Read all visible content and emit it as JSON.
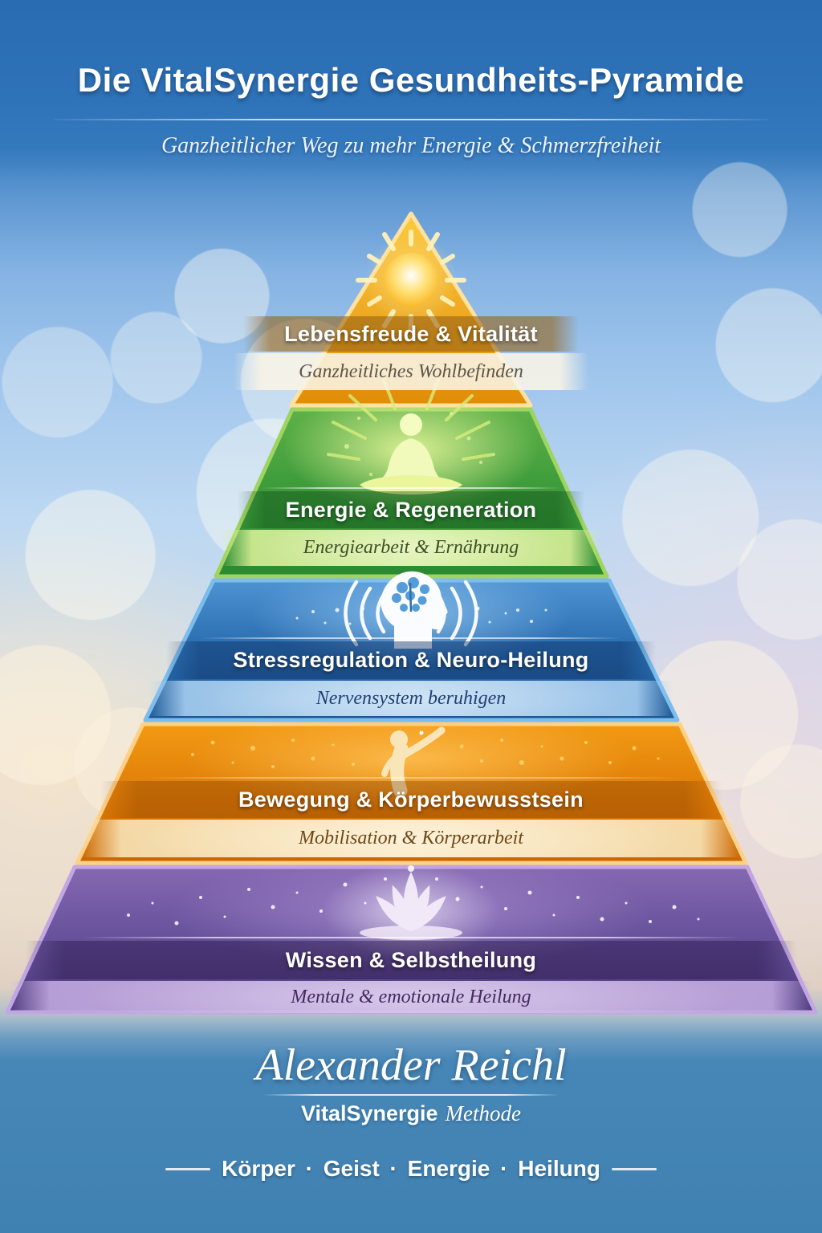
{
  "header": {
    "title": "Die VitalSynergie Gesundheits-Pyramide",
    "subtitle": "Ganzheitlicher Weg zu mehr Energie & Schmerzfreiheit"
  },
  "pyramid": {
    "levels": [
      {
        "rank": 1,
        "title": "Lebensfreude & Vitalität",
        "subtitle": "Ganzheitliches Wohlbefinden",
        "icon": "sun-icon",
        "color": "#F0A91C"
      },
      {
        "rank": 2,
        "title": "Energie & Regeneration",
        "subtitle": "Energiearbeit & Ernährung",
        "icon": "meditation-icon",
        "color": "#3E9C3B"
      },
      {
        "rank": 3,
        "title": "Stressregulation & Neuro-Heilung",
        "subtitle": "Nervensystem beruhigen",
        "icon": "neuro-head-icon",
        "color": "#2A6BAC"
      },
      {
        "rank": 4,
        "title": "Bewegung & Körperbewusstsein",
        "subtitle": "Mobilisation & Körperarbeit",
        "icon": "movement-figure-icon",
        "color": "#DD7A06"
      },
      {
        "rank": 5,
        "title": "Wissen & Selbstheilung",
        "subtitle": "Mentale & emotionale Heilung",
        "icon": "lotus-icon",
        "color": "#6A4F9A"
      }
    ]
  },
  "footer": {
    "signature": "Alexander Reichl",
    "brand": "VitalSynergie",
    "brand_suffix": "Methode",
    "tagline": "Körper · Geist · Energie · Heilung"
  }
}
